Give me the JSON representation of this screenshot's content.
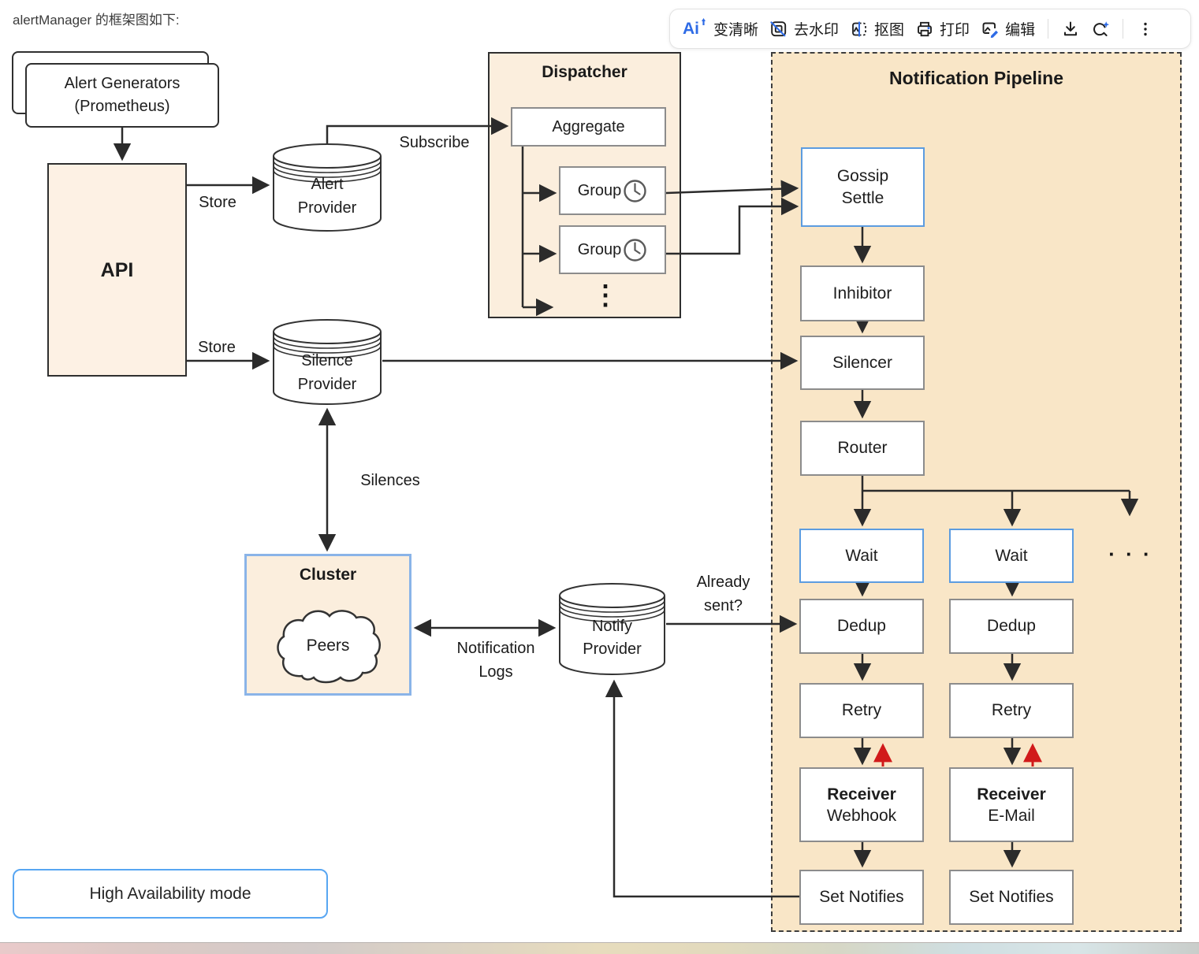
{
  "header": {
    "title": "alertManager 的框架图如下:"
  },
  "toolbar": {
    "ai_badge": "Ai",
    "buttons": [
      {
        "id": "enhance",
        "label": "变清晰"
      },
      {
        "id": "remove_watermark",
        "label": "去水印"
      },
      {
        "id": "cutout",
        "label": "抠图"
      },
      {
        "id": "print",
        "label": "打印"
      },
      {
        "id": "edit",
        "label": "编辑"
      }
    ]
  },
  "diagram": {
    "nodes": {
      "alert_generators": {
        "line1": "Alert Generators",
        "line2": "(Prometheus)"
      },
      "api": "API",
      "alert_provider": {
        "line1": "Alert",
        "line2": "Provider"
      },
      "silence_provider": {
        "line1": "Silence",
        "line2": "Provider"
      },
      "dispatcher_title": "Dispatcher",
      "aggregate": "Aggregate",
      "group_1": "Group",
      "group_2": "Group",
      "dispatcher_more": "⋮",
      "pipeline_title": "Notification Pipeline",
      "gossip_settle": {
        "line1": "Gossip",
        "line2": "Settle"
      },
      "inhibitor": "Inhibitor",
      "silencer": "Silencer",
      "router": "Router",
      "wait_1": "Wait",
      "wait_2": "Wait",
      "pipeline_more": "· · ·",
      "dedup_1": "Dedup",
      "dedup_2": "Dedup",
      "retry_1": "Retry",
      "retry_2": "Retry",
      "receiver_webhook": {
        "line1": "Receiver",
        "line2": "Webhook"
      },
      "receiver_email": {
        "line1": "Receiver",
        "line2": "E-Mail"
      },
      "set_notifies_1": "Set Notifies",
      "set_notifies_2": "Set Notifies",
      "cluster_title": "Cluster",
      "peers": "Peers",
      "notify_provider": {
        "line1": "Notify",
        "line2": "Provider"
      },
      "ha_mode": "High Availability mode"
    },
    "edge_labels": {
      "store_1": "Store",
      "store_2": "Store",
      "subscribe": "Subscribe",
      "silences": "Silences",
      "notification_logs": {
        "line1": "Notification",
        "line2": "Logs"
      },
      "already_sent": {
        "line1": "Already",
        "line2": "sent?"
      }
    },
    "colors": {
      "container_fill": "#fbeedd",
      "pipeline_fill": "#f9e6c7",
      "api_fill": "#fdf1e4",
      "blue_border": "#5c9ce0",
      "cluster_border": "#8ab4e8",
      "ha_border": "#58a6f2",
      "gray_border": "#8c8c8c",
      "dark_border": "#2f2f2f",
      "arrow_color": "#2b2b2b",
      "red_arrow": "#d11a1a",
      "accent_blue": "#2e6be6"
    }
  }
}
